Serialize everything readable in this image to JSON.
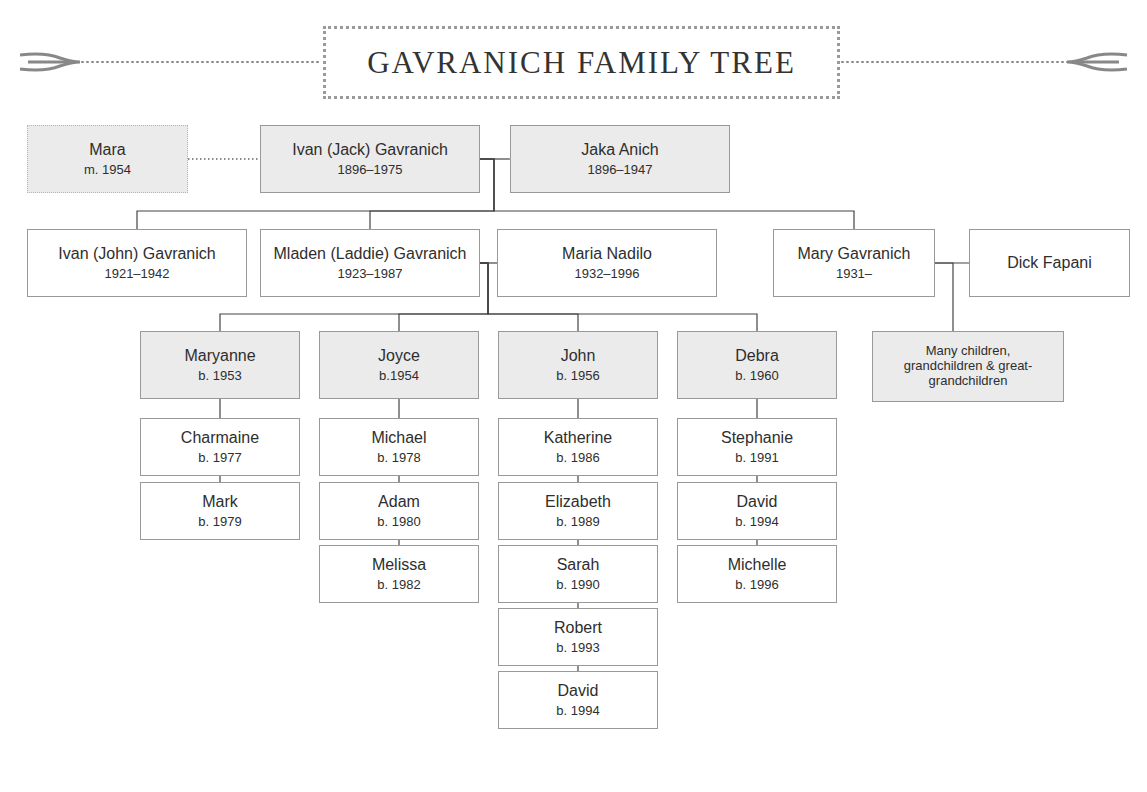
{
  "diagram": {
    "title": "GAVRANICH FAMILY TREE",
    "nodes": [
      {
        "text": [
          "Mara",
          "m. 1954"
        ]
      },
      {
        "text": [
          "Ivan (Jack) Gavranich",
          "1896–1975"
        ]
      },
      {
        "text": [
          "Jaka Anich",
          "1896–1947"
        ]
      },
      {
        "text": [
          "Ivan (John) Gavranich",
          "1921–1942"
        ]
      },
      {
        "text": [
          "Mladen (Laddie) Gavranich",
          "1923–1987"
        ]
      },
      {
        "text": [
          "Maria Nadilo",
          "1932–1996"
        ]
      },
      {
        "text": [
          "Mary Gavranich",
          "1931–"
        ]
      },
      {
        "text": [
          "Dick Fapani"
        ]
      },
      {
        "text": [
          "Maryanne",
          "b. 1953"
        ]
      },
      {
        "text": [
          "Joyce",
          "b.1954"
        ]
      },
      {
        "text": [
          "John",
          "b. 1956"
        ]
      },
      {
        "text": [
          "Debra",
          "b. 1960"
        ]
      },
      {
        "text": [
          "Many children, grandchildren & great-grandchildren"
        ]
      },
      {
        "text": [
          "Charmaine",
          "b. 1977"
        ]
      },
      {
        "text": [
          "Mark",
          "b. 1979"
        ]
      },
      {
        "text": [
          "Michael",
          "b. 1978"
        ]
      },
      {
        "text": [
          "Adam",
          "b. 1980"
        ]
      },
      {
        "text": [
          "Melissa",
          "b. 1982"
        ]
      },
      {
        "text": [
          "Katherine",
          "b. 1986"
        ]
      },
      {
        "text": [
          "Elizabeth",
          "b. 1989"
        ]
      },
      {
        "text": [
          "Sarah",
          "b. 1990"
        ]
      },
      {
        "text": [
          "Robert",
          "b. 1993"
        ]
      },
      {
        "text": [
          "David",
          "b. 1994"
        ]
      },
      {
        "text": [
          "Stephanie",
          "b. 1991"
        ]
      },
      {
        "text": [
          "David",
          "b. 1994"
        ]
      },
      {
        "text": [
          "Michelle",
          "b. 1996"
        ]
      }
    ],
    "edges": [
      {
        "from": 0,
        "to": 1,
        "arrow": "none"
      },
      {
        "from": 1,
        "to": 2,
        "arrow": "none"
      },
      {
        "from": 1,
        "to": 3,
        "arrow": "none"
      },
      {
        "from": 1,
        "to": 4,
        "arrow": "none"
      },
      {
        "from": 1,
        "to": 6,
        "arrow": "none"
      },
      {
        "from": 4,
        "to": 5,
        "arrow": "none"
      },
      {
        "from": 4,
        "to": 8,
        "arrow": "none"
      },
      {
        "from": 4,
        "to": 9,
        "arrow": "none"
      },
      {
        "from": 4,
        "to": 10,
        "arrow": "none"
      },
      {
        "from": 4,
        "to": 11,
        "arrow": "none"
      },
      {
        "from": 6,
        "to": 7,
        "arrow": "none"
      },
      {
        "from": 6,
        "to": 12,
        "arrow": "none"
      },
      {
        "from": 8,
        "to": 13,
        "arrow": "none"
      },
      {
        "from": 13,
        "to": 14,
        "arrow": "none"
      },
      {
        "from": 9,
        "to": 15,
        "arrow": "none"
      },
      {
        "from": 15,
        "to": 16,
        "arrow": "none"
      },
      {
        "from": 16,
        "to": 17,
        "arrow": "none"
      },
      {
        "from": 10,
        "to": 18,
        "arrow": "none"
      },
      {
        "from": 18,
        "to": 19,
        "arrow": "none"
      },
      {
        "from": 19,
        "to": 20,
        "arrow": "none"
      },
      {
        "from": 20,
        "to": 21,
        "arrow": "none"
      },
      {
        "from": 21,
        "to": 22,
        "arrow": "none"
      },
      {
        "from": 11,
        "to": 23,
        "arrow": "none"
      },
      {
        "from": 23,
        "to": 24,
        "arrow": "none"
      },
      {
        "from": 24,
        "to": 25,
        "arrow": "none"
      }
    ]
  }
}
